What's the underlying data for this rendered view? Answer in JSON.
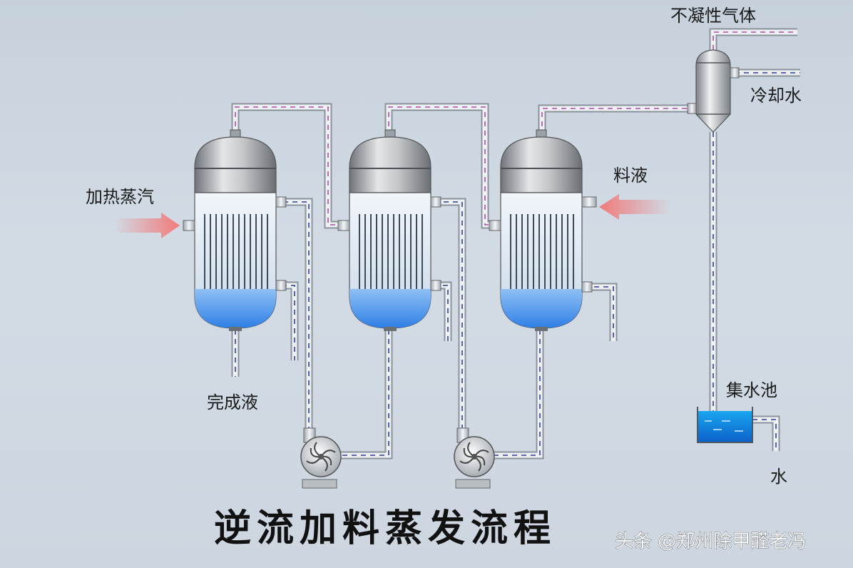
{
  "title": "逆流加料蒸发流程",
  "watermark": "头条 @郑州除甲醛老冯",
  "labels": {
    "heating_steam": "加热蒸汽",
    "feed_liquid": "料液",
    "finished_liquid": "完成液",
    "noncondensable_gas": "不凝性气体",
    "cooling_water": "冷却水",
    "collection_tank": "集水池",
    "water": "水"
  },
  "colors": {
    "liquid": "#2f7fe6",
    "pipe": "#dfe4ea",
    "steam_dash": "#b04aa8",
    "water_dash": "#2b3f9a",
    "arrow": "#f07a7a"
  }
}
